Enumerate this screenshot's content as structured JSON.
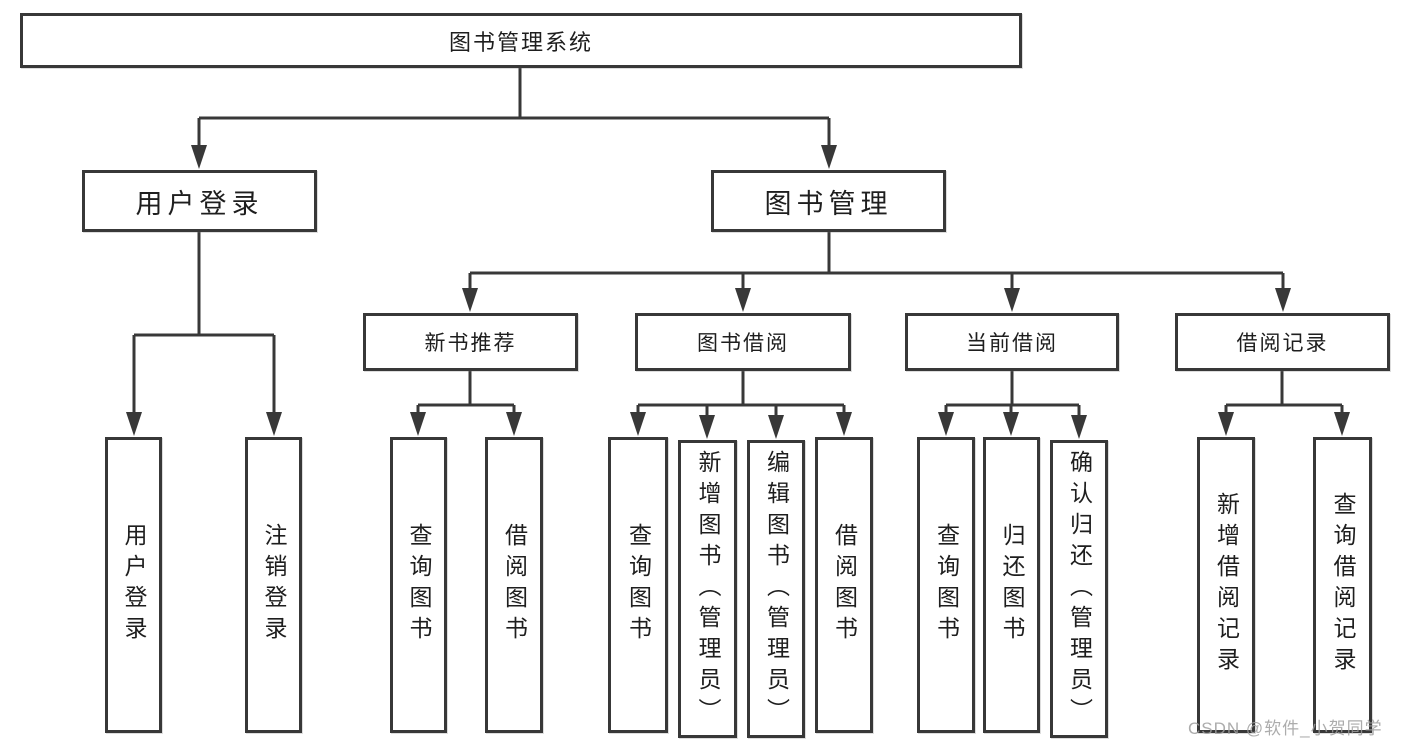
{
  "diagram": {
    "root": {
      "label": "图书管理系统"
    },
    "level2": [
      {
        "label": "用户登录"
      },
      {
        "label": "图书管理"
      }
    ],
    "level3": [
      {
        "label": "新书推荐",
        "parent": "图书管理"
      },
      {
        "label": "图书借阅",
        "parent": "图书管理"
      },
      {
        "label": "当前借阅",
        "parent": "图书管理"
      },
      {
        "label": "借阅记录",
        "parent": "图书管理"
      }
    ],
    "leaves": [
      {
        "label": "用户登录",
        "parent": "用户登录"
      },
      {
        "label": "注销登录",
        "parent": "用户登录"
      },
      {
        "label": "查询图书",
        "parent": "新书推荐"
      },
      {
        "label": "借阅图书",
        "parent": "新书推荐"
      },
      {
        "label": "查询图书",
        "parent": "图书借阅"
      },
      {
        "label": "新增图书（管理员）",
        "parent": "图书借阅"
      },
      {
        "label": "编辑图书（管理员）",
        "parent": "图书借阅"
      },
      {
        "label": "借阅图书",
        "parent": "图书借阅"
      },
      {
        "label": "查询图书",
        "parent": "当前借阅"
      },
      {
        "label": "归还图书",
        "parent": "当前借阅"
      },
      {
        "label": "确认归还（管理员）",
        "parent": "当前借阅"
      },
      {
        "label": "新增借阅记录",
        "parent": "借阅记录"
      },
      {
        "label": "查询借阅记录",
        "parent": "借阅记录"
      }
    ]
  },
  "watermark": {
    "text": "CSDN @软件_小贺同学"
  },
  "colors": {
    "line": "#383838",
    "box_border": "#383838",
    "text": "#1e1e1e",
    "background": "#ffffff",
    "watermark": "#9e9e9e"
  }
}
